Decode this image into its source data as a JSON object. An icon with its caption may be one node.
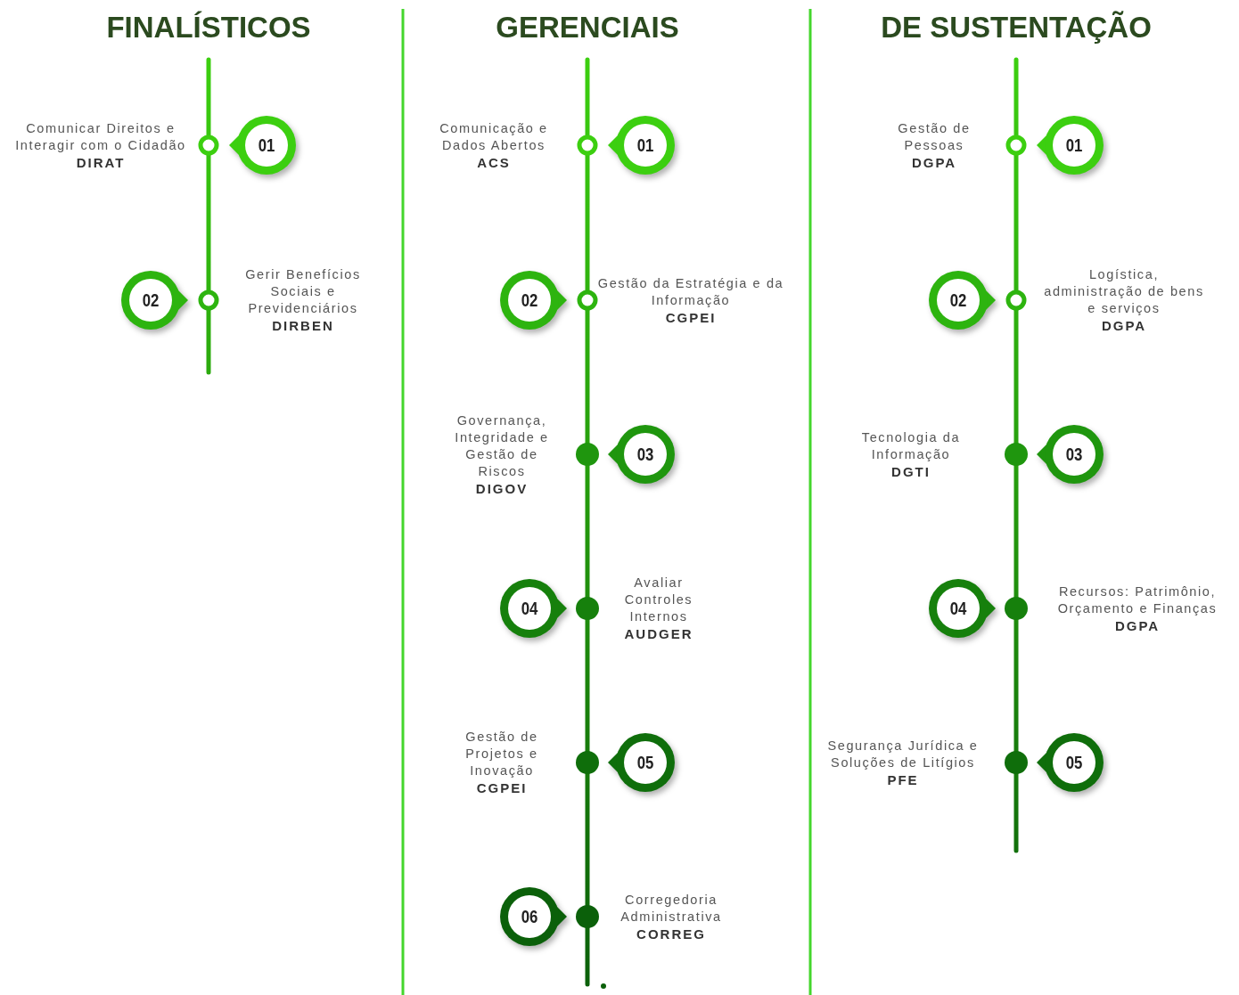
{
  "diagram": {
    "nodes": [
      {
        "text": [
          "01"
        ],
        "beside": [
          "Comunicar Direitos e Interagir com o Cidadão",
          "DIRAT"
        ]
      },
      {
        "text": [
          "02"
        ],
        "beside": [
          "Gerir Benefícios Sociais e Previdenciários",
          "DIRBEN"
        ]
      },
      {
        "text": [
          "01"
        ],
        "beside": [
          "Comunicação e Dados Abertos",
          "ACS"
        ]
      },
      {
        "text": [
          "02"
        ],
        "beside": [
          "Gestão da Estratégia e da Informação",
          "CGPEI"
        ]
      },
      {
        "text": [
          "03"
        ],
        "beside": [
          "Governança, Integridade e Gestão de Riscos",
          "DIGOV"
        ]
      },
      {
        "text": [
          "04"
        ],
        "beside": [
          "Avaliar Controles Internos",
          "AUDGER"
        ]
      },
      {
        "text": [
          "05"
        ],
        "beside": [
          "Gestão de Projetos e Inovação",
          "CGPEI"
        ]
      },
      {
        "text": [
          "06"
        ],
        "beside": [
          "Corregedoria Administrativa",
          "CORREG"
        ]
      },
      {
        "text": [
          "01"
        ],
        "beside": [
          "Gestão de Pessoas",
          "DGPA"
        ]
      },
      {
        "text": [
          "02"
        ],
        "beside": [
          "Logística, administração de bens e serviços",
          "DGPA"
        ]
      },
      {
        "text": [
          "03"
        ],
        "beside": [
          "Tecnologia da Informação",
          "DGTI"
        ]
      },
      {
        "text": [
          "04"
        ],
        "beside": [
          "Recursos: Patrimônio, Orçamento e Finanças",
          "DGPA"
        ]
      },
      {
        "text": [
          "05"
        ],
        "beside": [
          "Segurança Jurídica e Soluções de Litígios",
          "PFE"
        ]
      }
    ],
    "labels": [
      "FINALÍSTICOS",
      "GERENCIAIS",
      "DE SUSTENTAÇÃO"
    ]
  }
}
